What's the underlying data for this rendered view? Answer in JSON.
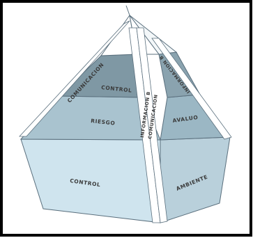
{
  "pyramid": {
    "labels": {
      "communication_left": "COMUNICACION",
      "control_top": "CONTROL",
      "risk": "RIESGO",
      "info_vertical": "INFORMACION B",
      "comm_vertical": "COMUNICACION",
      "evaluation": "AVALUO",
      "info_right": "INFORMACION B",
      "control_base": "CONTROL",
      "environment": "AMBIENTE"
    },
    "colors": {
      "outline": "#5a6f7d",
      "light_face": "#cfe4ee",
      "mid_face": "#a9c3cf",
      "dark_face": "#7f98a4",
      "white_band": "#ffffff",
      "border": "#000000"
    }
  }
}
